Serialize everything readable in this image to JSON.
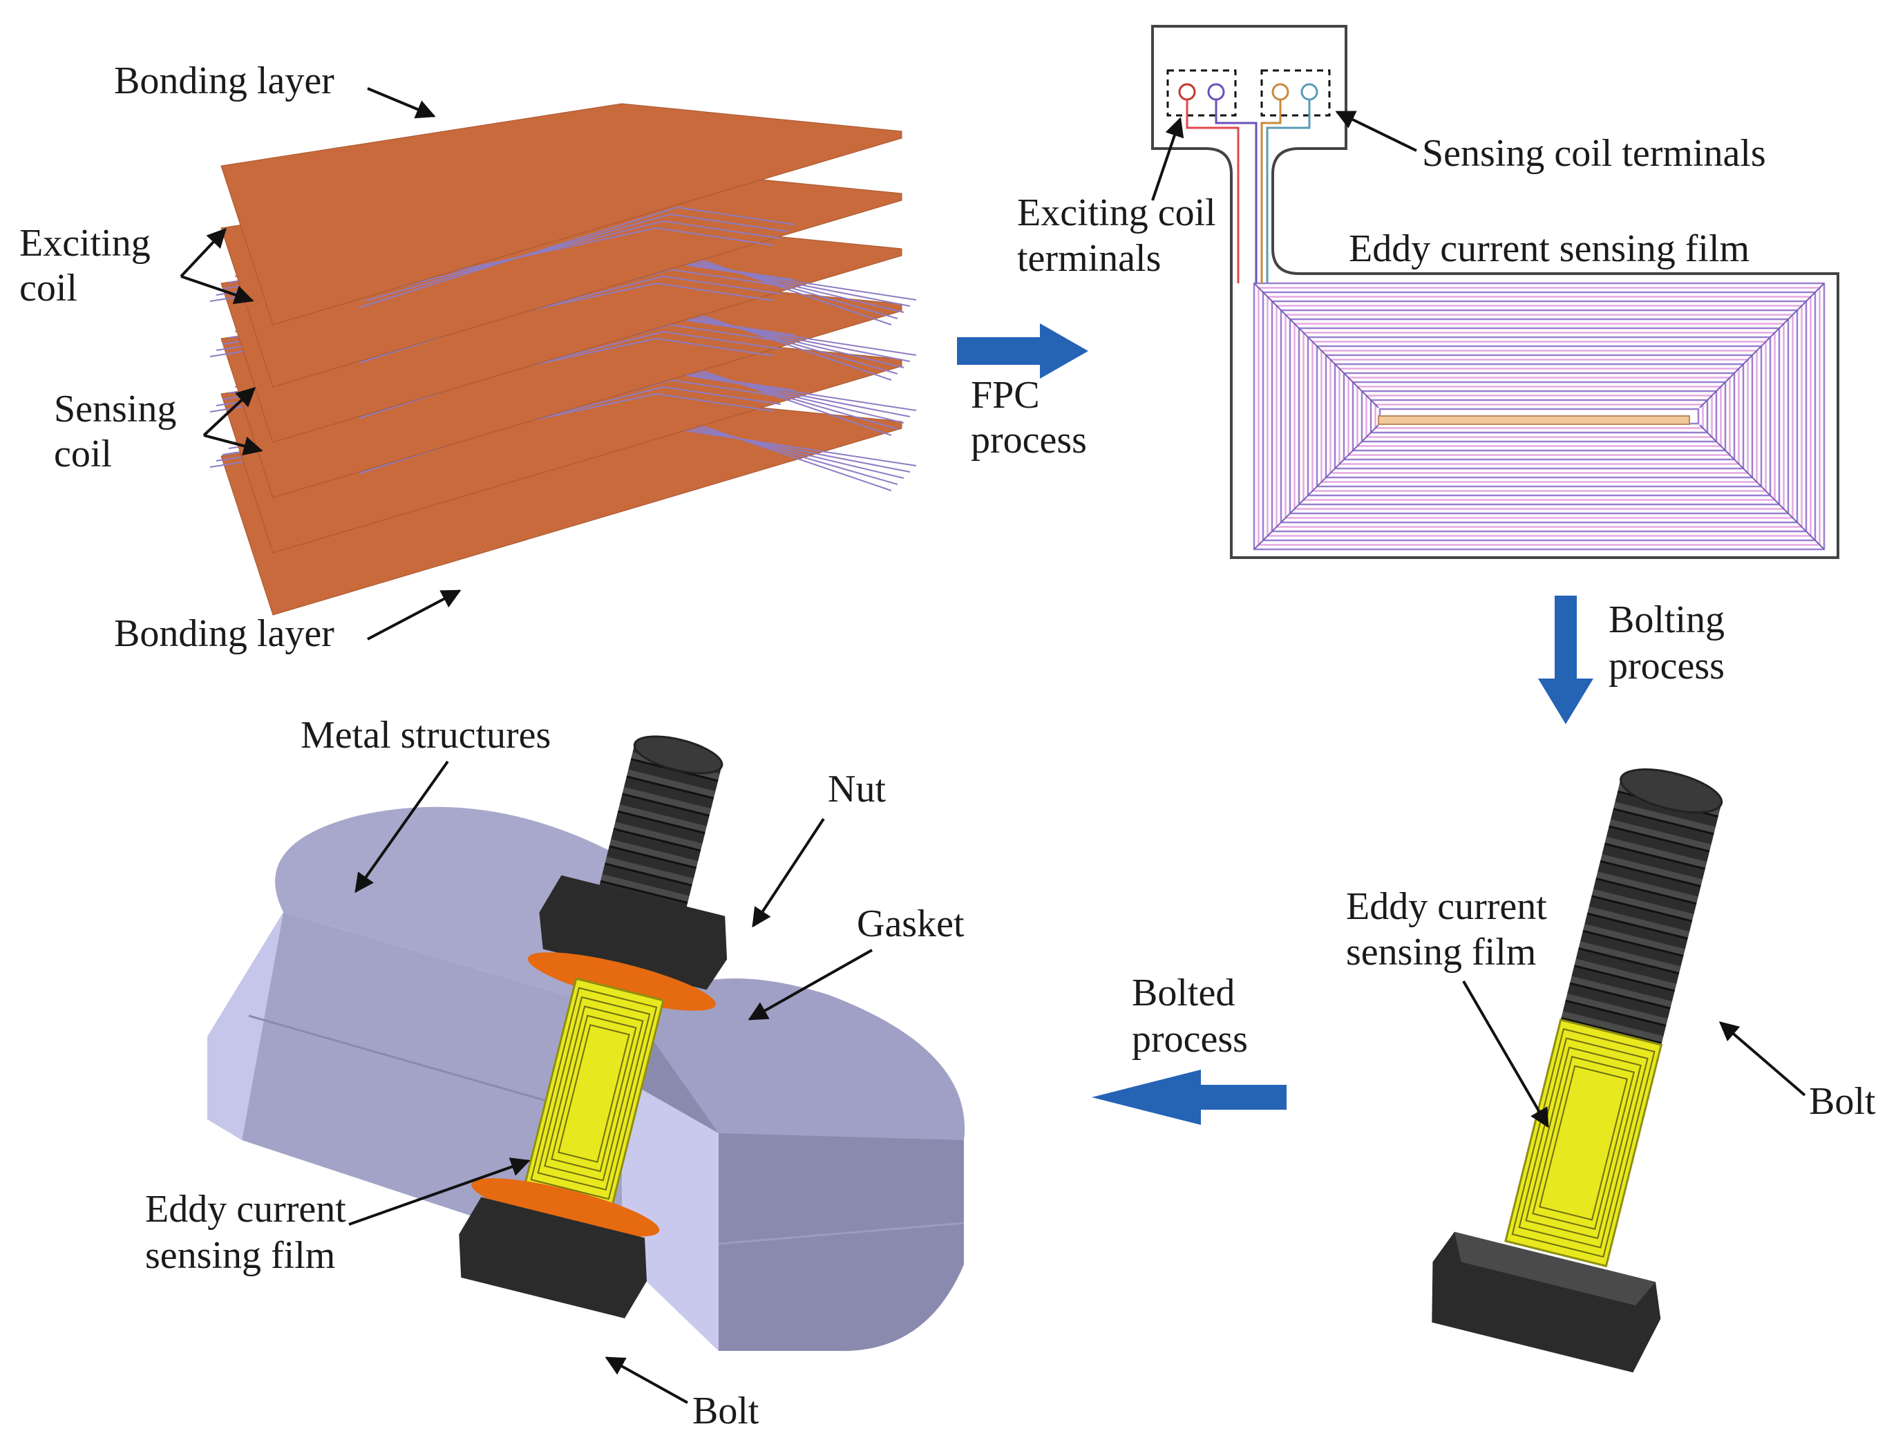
{
  "panels": {
    "layers": {
      "bonding_top": "Bonding layer",
      "exciting_coil_line1": "Exciting",
      "exciting_coil_line2": "coil",
      "sensing_coil_line1": "Sensing",
      "sensing_coil_line2": "coil",
      "bonding_bottom": "Bonding layer"
    },
    "film": {
      "exciting_terminals_line1": "Exciting coil",
      "exciting_terminals_line2": "terminals",
      "sensing_terminals": "Sensing coil terminals",
      "film_label": "Eddy current sensing film"
    },
    "bolt": {
      "film_label_line1": "Eddy current",
      "film_label_line2": "sensing film",
      "bolt_label": "Bolt"
    },
    "assembly": {
      "metal_label": "Metal structures",
      "nut_label": "Nut",
      "gasket_label": "Gasket",
      "film_label_line1": "Eddy current",
      "film_label_line2": "sensing film",
      "bolt_label": "Bolt"
    }
  },
  "process_arrows": {
    "fpc_line1": "FPC",
    "fpc_line2": "process",
    "bolting_line1": "Bolting",
    "bolting_line2": "process",
    "bolted_line1": "Bolted",
    "bolted_line2": "process"
  },
  "colors": {
    "bonding_layer": "#C86A3C",
    "coil_trace": "#8E7CC3",
    "process_arrow": "#2563B5",
    "metal_top": "#A3A3C8",
    "metal_side": "#7B7B9F",
    "bolt_black": "#2B2B2B",
    "film_yellow": "#E8E81E",
    "gasket_orange": "#E56A10"
  }
}
